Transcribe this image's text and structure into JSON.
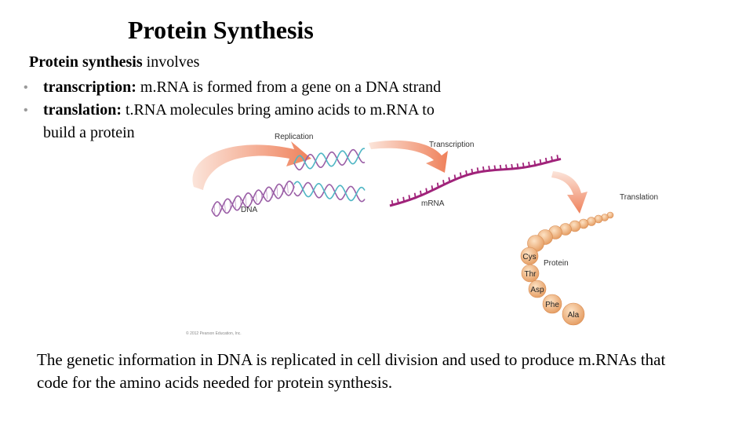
{
  "title": "Protein Synthesis",
  "intro": {
    "bold": "Protein synthesis",
    "rest": " involves"
  },
  "bullets": [
    {
      "term": "transcription:",
      "text": " m.RNA is formed from a gene on a DNA strand"
    },
    {
      "term": "translation:",
      "text": " t.RNA molecules bring amino acids to m.RNA to",
      "continuation": "build a protein"
    }
  ],
  "figure": {
    "labels": {
      "replication": "Replication",
      "transcription": "Transcription",
      "translation": "Translation",
      "dna": "DNA",
      "mrna": "mRNA",
      "protein": "Protein"
    },
    "amino_acids": [
      "Cys",
      "Thr",
      "Asp",
      "Phe",
      "Ala"
    ],
    "copyright": "© 2012 Pearson Education, Inc."
  },
  "caption": "The genetic information in DNA is replicated in cell division and used to produce m.RNAs that code for the amino acids needed for protein synthesis.",
  "colors": {
    "arrow": "#ee7a52",
    "dna_strand_a": "#4fb6c4",
    "dna_strand_b": "#9a5ea6",
    "mrna": "#a0237a",
    "protein_bead": "#f0b27e"
  }
}
